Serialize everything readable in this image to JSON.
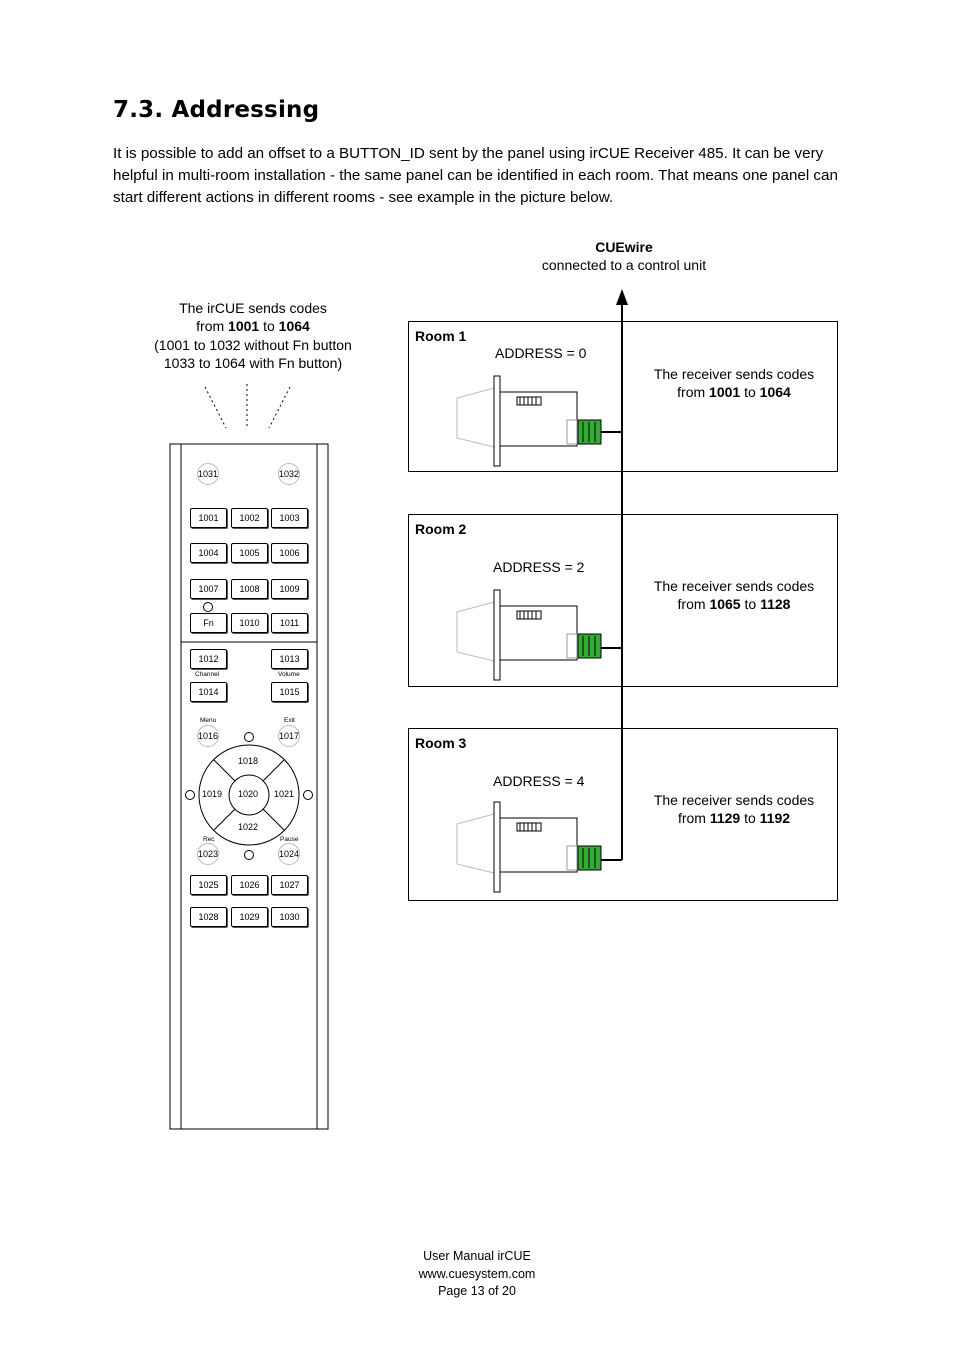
{
  "heading": "7.3. Addressing",
  "intro": "It is possible to add an offset to a BUTTON_ID sent by the panel using irCUE Receiver 485. It can be very helpful in multi-room installation - the same panel can be identified in each room. That means one panel can start different actions in different rooms - see example in the picture below.",
  "cuewire": {
    "title": "CUEwire",
    "subtitle": "connected to a control unit"
  },
  "ircue_text": {
    "line1": "The irCUE sends codes",
    "from": "from ",
    "start": "1001",
    "to": " to ",
    "end": "1064",
    "line3": "(1001 to 1032 without Fn button",
    "line4": "1033 to 1064 with Fn button)"
  },
  "rooms": [
    {
      "title": "Room 1",
      "address": "ADDRESS = 0",
      "sends": "The receiver sends codes",
      "from": "from ",
      "start": "1001",
      "to": " to ",
      "end": "1064"
    },
    {
      "title": "Room 2",
      "address": "ADDRESS = 2",
      "sends": "The receiver sends codes",
      "from": "from ",
      "start": "1065",
      "to": " to ",
      "end": "1128"
    },
    {
      "title": "Room 3",
      "address": "ADDRESS = 4",
      "sends": "The receiver sends codes",
      "from": "from ",
      "start": "1129",
      "to": " to ",
      "end": "1192"
    }
  ],
  "remote": {
    "top": [
      "1031",
      "1032"
    ],
    "grid": [
      "1001",
      "1002",
      "1003",
      "1004",
      "1005",
      "1006",
      "1007",
      "1008",
      "1009"
    ],
    "fn_row": [
      "Fn",
      "1010",
      "1011"
    ],
    "cv": [
      "1012",
      "1013",
      "1014",
      "1015"
    ],
    "channel_label": "Channel",
    "volume_label": "Volume",
    "menu_label": "Menu",
    "exit_label": "Exit",
    "menu_exit": [
      "1016",
      "1017"
    ],
    "dpad": {
      "up": "1018",
      "left": "1019",
      "center": "1020",
      "right": "1021",
      "down": "1022"
    },
    "rec_label": "Rec",
    "pause_label": "Pause",
    "rec_pause": [
      "1023",
      "1024"
    ],
    "bottom": [
      "1025",
      "1026",
      "1027",
      "1028",
      "1029",
      "1030"
    ]
  },
  "footer": {
    "line1": "User Manual irCUE",
    "line2": "www.cuesystem.com",
    "line3": "Page 13 of 20"
  }
}
